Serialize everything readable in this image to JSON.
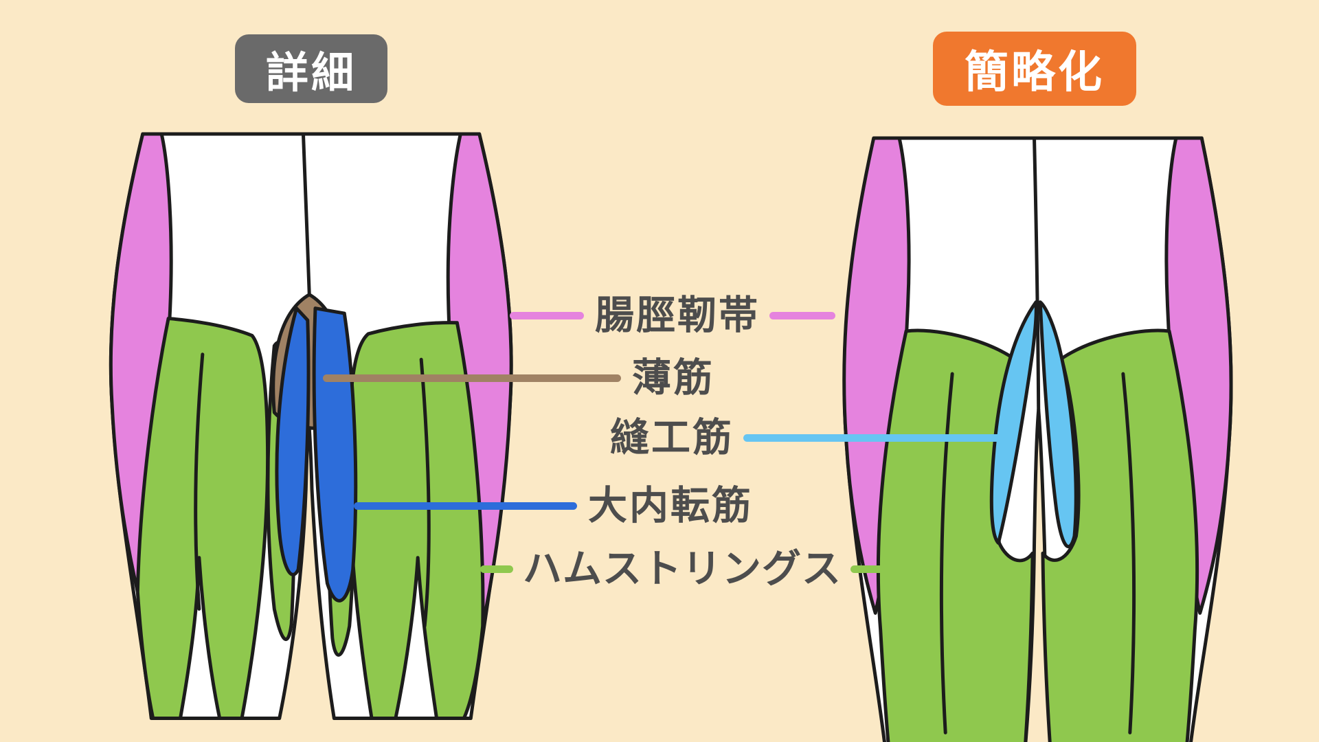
{
  "canvas": {
    "bg": "#FBE9C6"
  },
  "badges": {
    "detailed": {
      "label": "詳細",
      "bg": "#6A6A6A",
      "fg": "#FFFFFF"
    },
    "simplified": {
      "label": "簡略化",
      "bg": "#F0782E",
      "fg": "#FFFFFF"
    }
  },
  "labels": {
    "itb": {
      "text": "腸脛靭帯",
      "color": "#E583DE"
    },
    "gracilis": {
      "text": "薄筋",
      "color": "#A08264"
    },
    "sartorius": {
      "text": "縫工筋",
      "color": "#66C5F2"
    },
    "adductor": {
      "text": "大内転筋",
      "color": "#2D6DDA"
    },
    "hamstrings": {
      "text": "ハムストリングス",
      "color": "#8FC84E"
    }
  },
  "figure_colors": {
    "outline": "#1C1C1C",
    "skin": "#FFFFFF",
    "itb": "#E583DE",
    "gracilis": "#A08264",
    "sartorius": "#66C5F2",
    "adductor": "#2D6DDA",
    "hamstrings": "#8FC84E"
  }
}
